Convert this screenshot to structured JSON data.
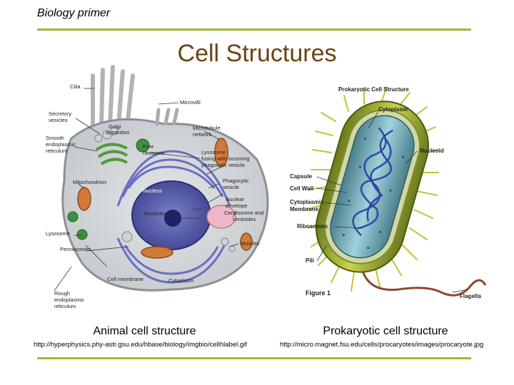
{
  "header": {
    "text": "Biology primer"
  },
  "title": "Cell Structures",
  "animal": {
    "caption": "Animal cell structure",
    "url": "http://hyperphysics.phy-astr.gsu.edu/hbase/biology/imgbio/cellhlabel.gif",
    "labels": {
      "cilia": "Cilia",
      "microvilli": "Microvilli",
      "secretory": "Secretory",
      "vesicles": "vesicles",
      "golgi1": "Golgi",
      "golgi2": "apparatus",
      "smooth1": "Smooth",
      "smooth2": "endoplasmic",
      "smooth3": "reticulum",
      "mt1": "Microtubule",
      "mt2": "network",
      "free1": "Free",
      "free2": "ribosome",
      "lyso1": "Lysosome",
      "lyso2": "fusing with incoming",
      "lyso3": "phagocytic vesicle",
      "mito": "Mitochondrion",
      "phago1": "Phagocytic",
      "phago2": "vesicle",
      "nucleus": "Nucleus",
      "nenv1": "Nuclear",
      "nenv2": "envelope",
      "nucleolus": "Nucleolus",
      "centro1": "Centrosome and",
      "centro2": "centrioles",
      "lysosome": "Lysosome",
      "peroxisomes": "Peroxisomes",
      "vesicles2": "Vesicles",
      "membrane": "Cell membrane",
      "cytoplasm": "Cytoplasm",
      "rough1": "Rough",
      "rough2": "endoplasmic",
      "rough3": "reticulum"
    }
  },
  "prokaryote": {
    "caption": "Prokaryotic cell structure",
    "url": "http://micro.magnet.fsu.edu/cells/procaryotes/images/procaryote.jpg",
    "labels": {
      "title": "Prokaryotic Cell Structure",
      "cytoplasm": "Cytoplasm",
      "nucleoid": "Nucleoid",
      "capsule": "Capsule",
      "cellwall": "Cell Wall",
      "cm1": "Cytoplasmic",
      "cm2": "Membrane",
      "ribosomes": "Ribosomes",
      "pili": "Pili",
      "flagella": "Flagella",
      "figure": "Figure 1"
    }
  },
  "colors": {
    "accent_rule": "#9dbb2d",
    "title": "#6b4412"
  }
}
